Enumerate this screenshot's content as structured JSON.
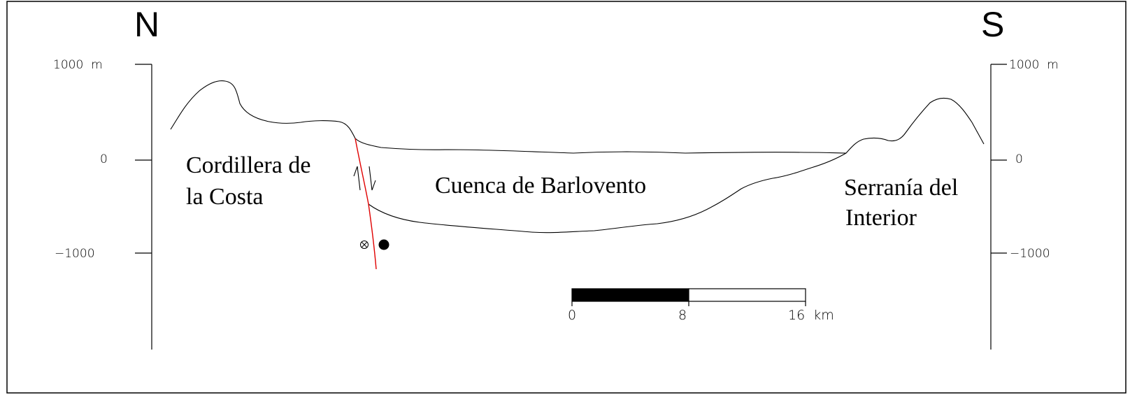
{
  "directions": {
    "north": "N",
    "south": "S"
  },
  "left_axis": {
    "top": "1000  m",
    "zero": "0",
    "bottom": "−1000"
  },
  "right_axis": {
    "top": "1000  m",
    "zero": "0",
    "bottom": "−1000"
  },
  "regions": {
    "cordillera_line1": "Cordillera de",
    "cordillera_line2": "la Costa",
    "cuenca": "Cuenca de Barlovento",
    "serrania_line1": "Serranía del",
    "serrania_line2": "Interior"
  },
  "scale_bar": {
    "label_0": "0",
    "label_mid": "8",
    "label_end": "16  km"
  },
  "symbols": {
    "fault_motion_away": "⊗",
    "fault_motion_toward": "●"
  },
  "colors": {
    "fault": "#e00000",
    "lines": "#000000"
  }
}
